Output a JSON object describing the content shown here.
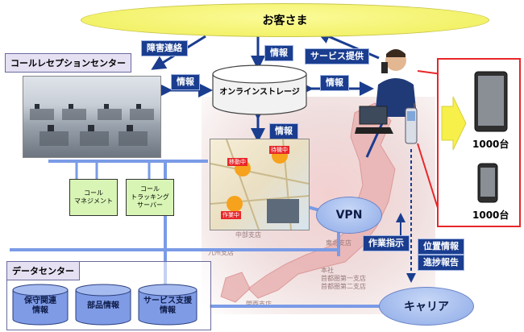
{
  "customers": "お客さま",
  "call_center": "コールレセプションセンター",
  "data_center": "データセンター",
  "storage": "オンラインストレージ",
  "vpn": "VPN",
  "carrier": "キャリア",
  "tags": {
    "fault_contact": "障害連絡",
    "info_top": "情報",
    "service_provision": "サービス提供",
    "info_left": "情報",
    "info_right": "情報",
    "info_bottom": "情報",
    "work_instruction": "作業指示",
    "location_info": "位置情報",
    "progress_report": "進捗報告"
  },
  "systems": {
    "call_management": "コール\nマネジメント",
    "call_tracking": "コール\nトラッキング\nサーバー"
  },
  "databases": [
    {
      "label": "保守関連\n情報"
    },
    {
      "label": "部品情報"
    },
    {
      "label": "サービス支援\n情報"
    }
  ],
  "device_counts": {
    "tablet": "1000台",
    "phone": "1000台"
  },
  "map_labels": [
    "中部支店",
    "九州支店",
    "東北支店",
    "本社",
    "首都圏第一支店",
    "首都圏第二支店",
    "関西支店"
  ],
  "map_status": {
    "moving": "移動中",
    "waiting": "待機中",
    "working": "作業中"
  },
  "colors": {
    "arrow_blue": "#1a3d8f",
    "ellipse_yellow": "#f5f47a",
    "callout_red": "#e8272a",
    "line_blue": "#6d8fe0"
  }
}
